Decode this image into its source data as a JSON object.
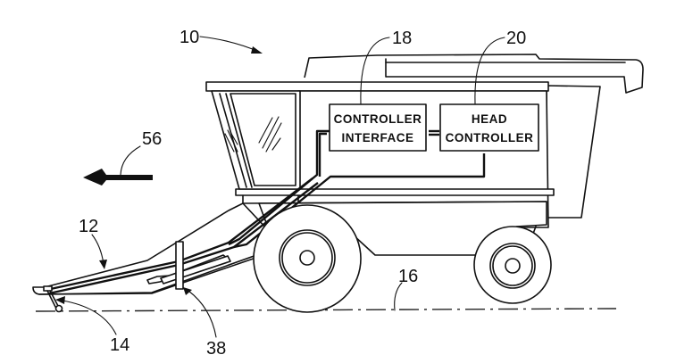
{
  "figure": {
    "type": "patent line drawing",
    "subject": "combine harvester with header control system"
  },
  "reference_numerals": {
    "combine": "10",
    "header": "12",
    "ground_sensor": "14",
    "ground": "16",
    "controller_interface": "18",
    "head_controller": "20",
    "actuator": "38",
    "direction_of_travel": "56"
  },
  "boxes": {
    "controller_interface": {
      "line1": "CONTROLLER",
      "line2": "INTERFACE"
    },
    "head_controller": {
      "line1": "HEAD",
      "line2": "CONTROLLER"
    }
  },
  "colors": {
    "ink": "#111111",
    "paper": "#ffffff"
  }
}
